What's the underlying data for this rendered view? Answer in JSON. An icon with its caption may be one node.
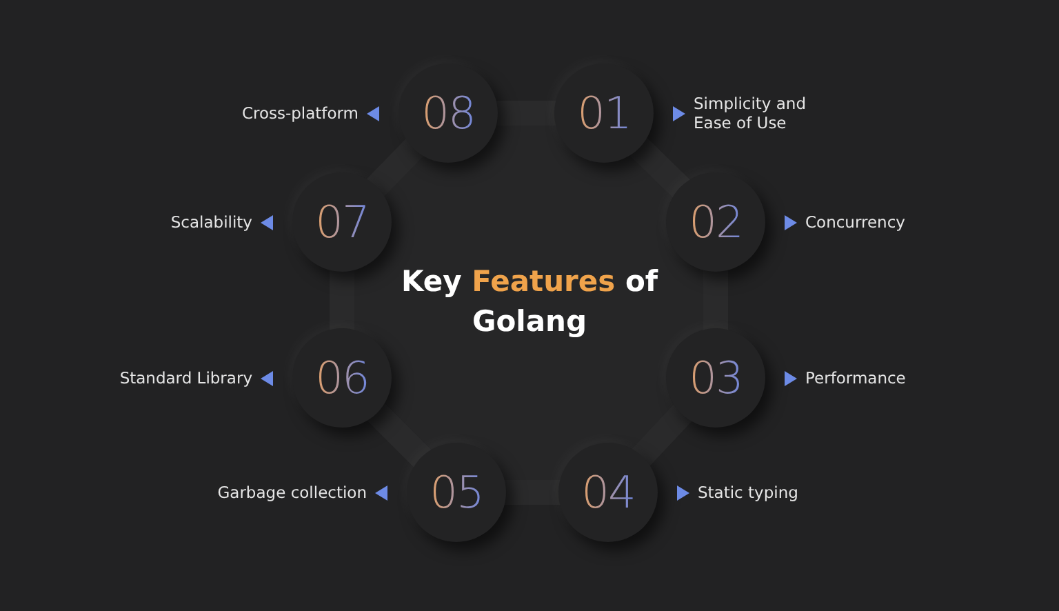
{
  "diagram": {
    "title": "Key **Features** of Golang",
    "nodes": [
      {
        "text": [
          "01"
        ],
        "beside": [
          "Simplicity and Ease of Use"
        ]
      },
      {
        "text": [
          "02"
        ],
        "beside": [
          "Concurrency"
        ]
      },
      {
        "text": [
          "03"
        ],
        "beside": [
          "Performance"
        ]
      },
      {
        "text": [
          "04"
        ],
        "beside": [
          "Static typing"
        ]
      },
      {
        "text": [
          "05"
        ],
        "beside": [
          "Garbage collection"
        ]
      },
      {
        "text": [
          "06"
        ],
        "beside": [
          "Standard Library"
        ]
      },
      {
        "text": [
          "07"
        ],
        "beside": [
          "Scalability"
        ]
      },
      {
        "text": [
          "08"
        ],
        "beside": [
          "Cross-platform"
        ]
      }
    ]
  }
}
